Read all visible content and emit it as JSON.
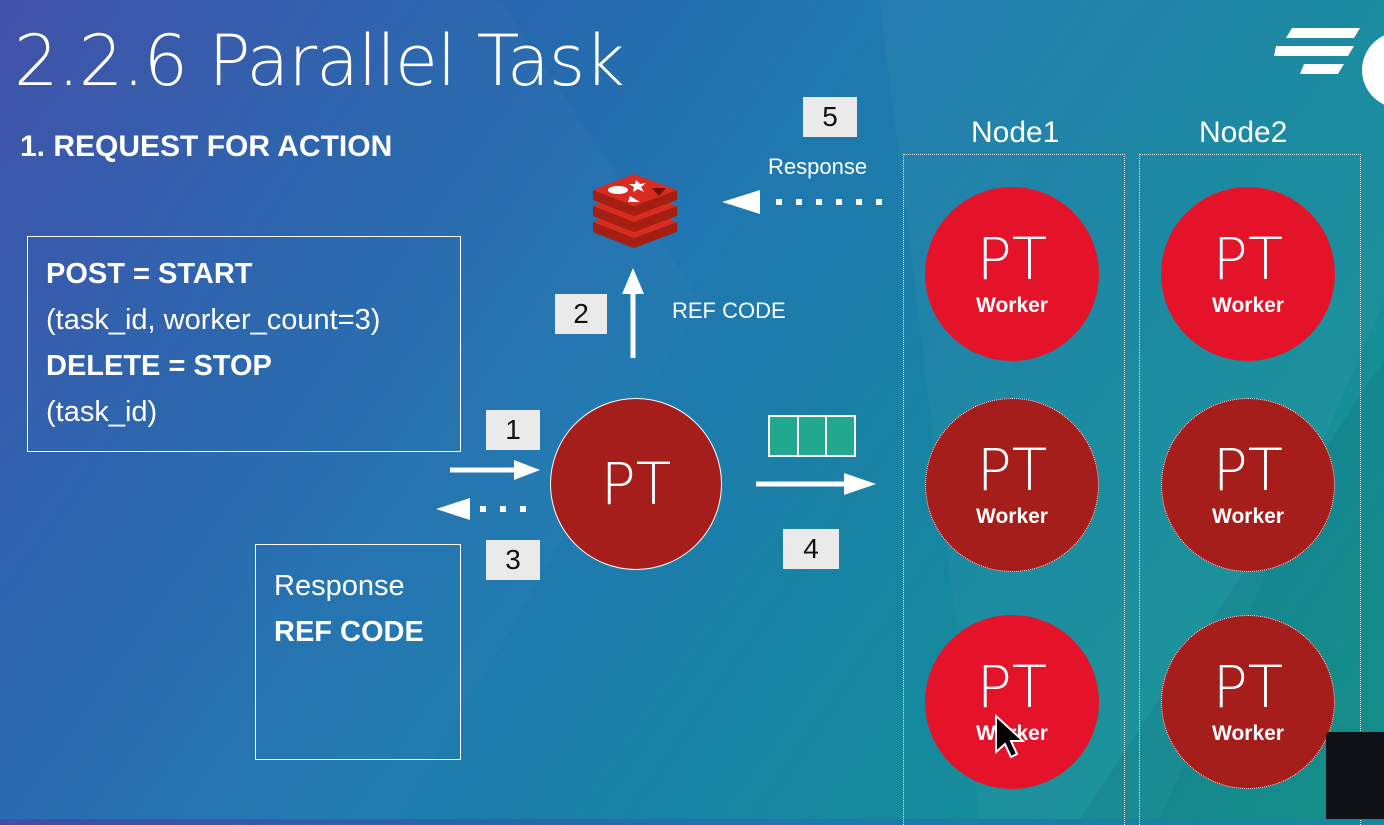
{
  "title": "2.2.6 Parallel Task",
  "subtitle": "1. REQUEST FOR ACTION",
  "request_box": {
    "line1": "POST = START",
    "line2": "(task_id, worker_count=3)",
    "line3": "DELETE = STOP",
    "line4": "(task_id)"
  },
  "response_box": {
    "line1": "Response",
    "line2": "REF CODE"
  },
  "steps": {
    "s1": "1",
    "s2": "2",
    "s3": "3",
    "s4": "4",
    "s5": "5"
  },
  "labels": {
    "ref_code": "REF CODE",
    "response": "Response"
  },
  "main_node": "PT",
  "nodes": [
    {
      "name": "Node1",
      "workers": [
        {
          "pt": "PT",
          "label": "Worker",
          "state": "active"
        },
        {
          "pt": "PT",
          "label": "Worker",
          "state": "idle"
        },
        {
          "pt": "PT",
          "label": "Worker",
          "state": "active"
        }
      ]
    },
    {
      "name": "Node2",
      "workers": [
        {
          "pt": "PT",
          "label": "Worker",
          "state": "active"
        },
        {
          "pt": "PT",
          "label": "Worker",
          "state": "idle"
        },
        {
          "pt": "PT",
          "label": "Worker",
          "state": "idle"
        }
      ]
    }
  ],
  "icons": {
    "redis": "redis-stack-icon",
    "logo": "speed-lines-logo",
    "queue": "queue-icon",
    "cursor": "mouse-cursor-icon"
  },
  "colors": {
    "active_worker": "#e5132a",
    "idle_worker": "#a51e1c",
    "queue": "#21a88f",
    "redis": "#d82c20"
  }
}
